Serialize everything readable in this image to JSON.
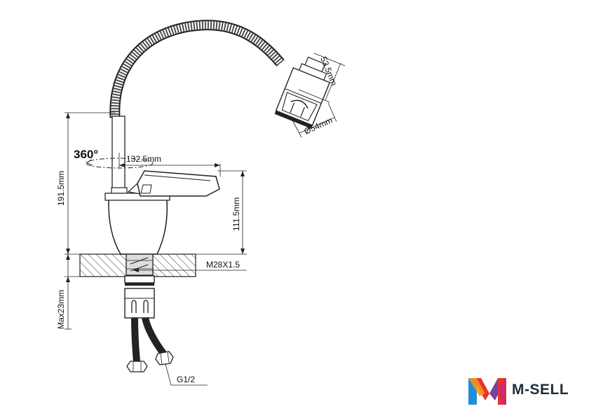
{
  "diagram": {
    "dimensions": {
      "height_total": "191.5mm",
      "height_spout": "111.5mm",
      "max_thickness": "Max23mm",
      "reach": "132.5mm",
      "rotation": "360°",
      "thread": "M28X1.5",
      "connection": "G1/2",
      "head_length": "53.5mm",
      "head_diameter": "Ø54mm"
    }
  },
  "brand": {
    "name": "M-SELL",
    "colors": {
      "red": "#e8322f",
      "orange": "#f7941d",
      "blue": "#1e8fd8",
      "purple": "#7a3fa0"
    }
  }
}
